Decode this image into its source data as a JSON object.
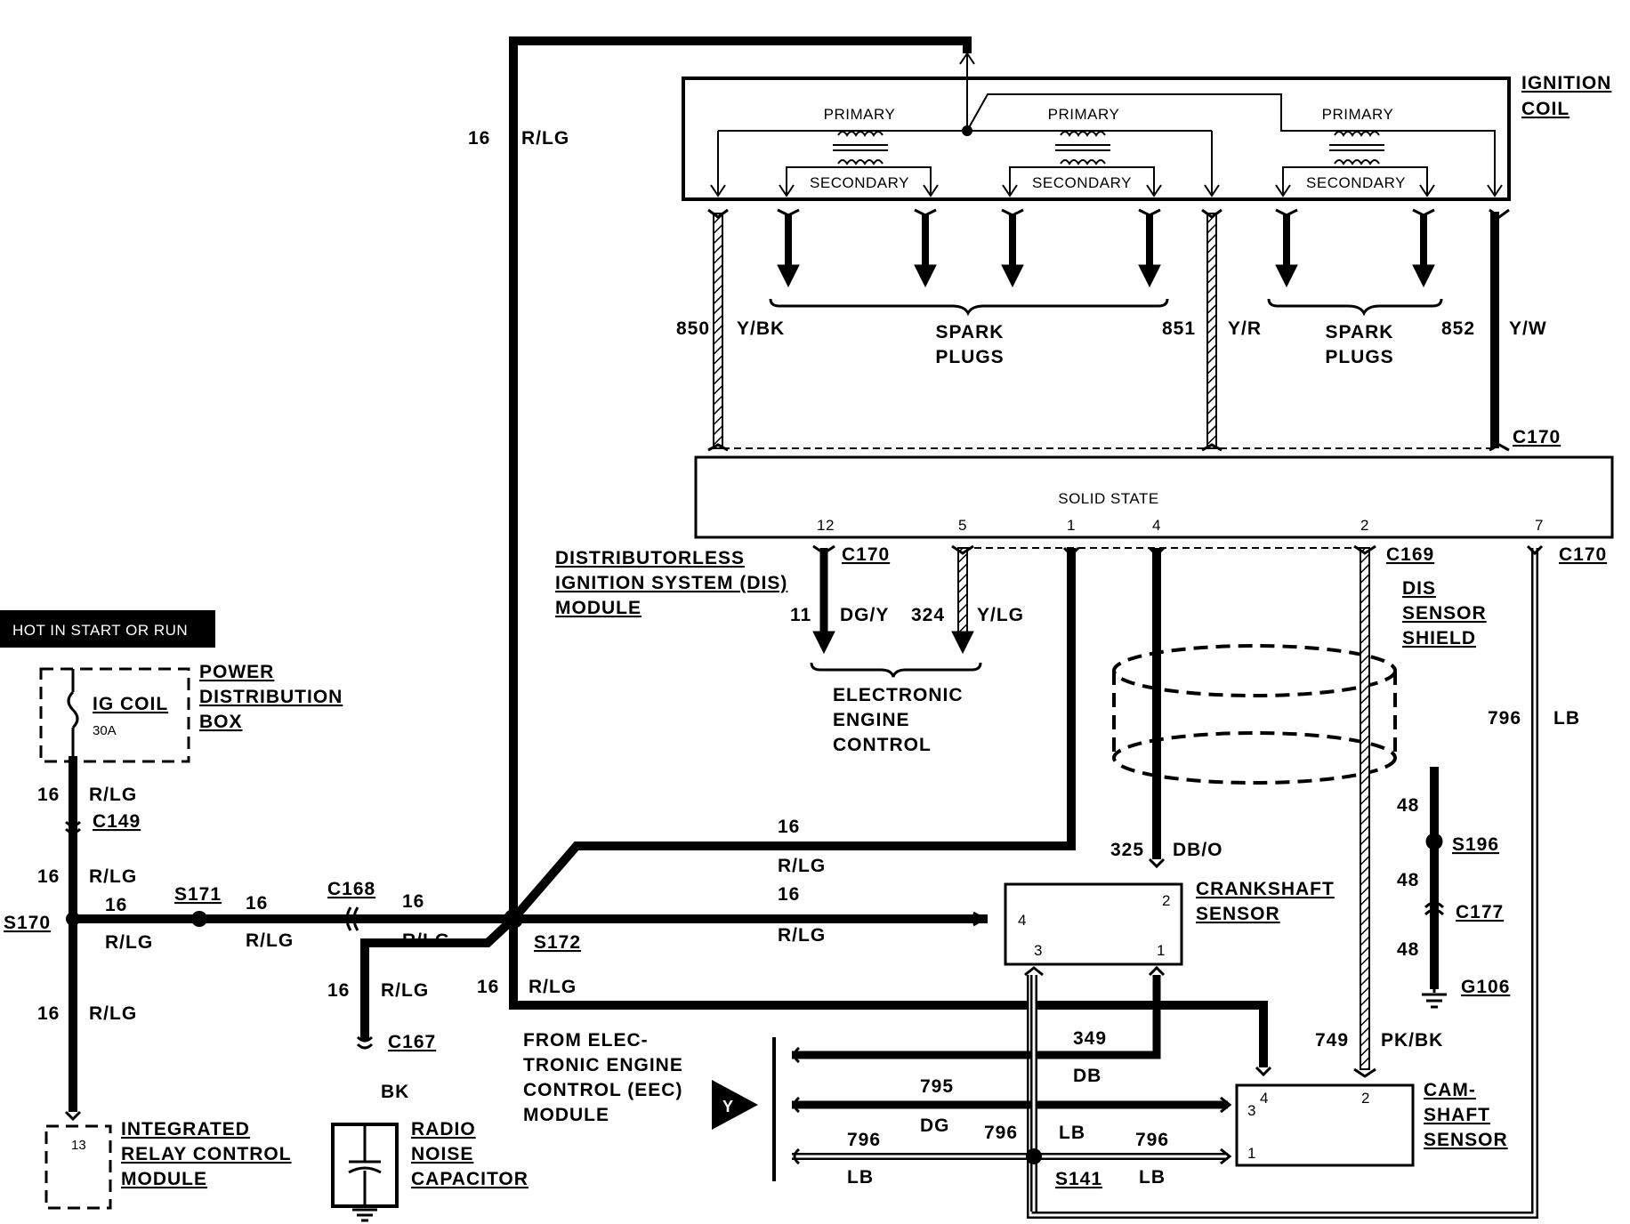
{
  "labels": {
    "hot_in_start": "HOT IN START OR RUN",
    "power_dist_box": [
      "POWER",
      "DISTRIBUTION",
      "BOX"
    ],
    "ig_coil_fuse": "IG COIL",
    "fuse_rating": "30A",
    "ignition_coil": [
      "IGNITION",
      "COIL"
    ],
    "primary": "PRIMARY",
    "secondary": "SECONDARY",
    "spark_plugs": [
      "SPARK",
      "PLUGS"
    ],
    "solid_state": "SOLID STATE",
    "dis_module": [
      "DISTRIBUTORLESS",
      "IGNITION SYSTEM (DIS)",
      "MODULE"
    ],
    "eec": [
      "ELECTRONIC",
      "ENGINE",
      "CONTROL"
    ],
    "dis_sensor_shield": [
      "DIS",
      "SENSOR",
      "SHIELD"
    ],
    "crankshaft_sensor": [
      "CRANKSHAFT",
      "SENSOR"
    ],
    "camshaft_sensor": [
      "CAM-",
      "SHAFT",
      "SENSOR"
    ],
    "from_eec": [
      "FROM ELEC-",
      "TRONIC ENGINE",
      "CONTROL (EEC)",
      "MODULE"
    ],
    "eec_badge": "Y",
    "irc_module": [
      "INTEGRATED",
      "RELAY CONTROL",
      "MODULE"
    ],
    "irc_pin": "13",
    "radio_cap": [
      "RADIO",
      "NOISE",
      "CAPACITOR"
    ]
  },
  "connectors": {
    "c149": "C149",
    "c168": "C168",
    "c167": "C167",
    "c170_top": "C170",
    "c170_a": "C170",
    "c170_b": "C170",
    "c169": "C169",
    "c177": "C177",
    "s170": "S170",
    "s171": "S171",
    "s172": "S172",
    "s196": "S196",
    "s141": "S141",
    "g106": "G106"
  },
  "module_pins": [
    "12",
    "5",
    "1",
    "4",
    "2",
    "7"
  ],
  "crank_pins": [
    "2",
    "4",
    "3",
    "1"
  ],
  "cam_pins": [
    "3",
    "4",
    "2",
    "1"
  ],
  "wires": {
    "ga16": "16",
    "r_lg": "R/LG",
    "w850": "850",
    "y_bk": "Y/BK",
    "w851": "851",
    "y_r": "Y/R",
    "w852": "852",
    "y_w": "Y/W",
    "w11": "11",
    "dg_y": "DG/Y",
    "w324": "324",
    "y_lg": "Y/LG",
    "w325": "325",
    "db_o": "DB/O",
    "w796": "796",
    "lb": "LB",
    "w48": "48",
    "w749": "749",
    "pk_bk": "PK/BK",
    "w349": "349",
    "db": "DB",
    "w795": "795",
    "dg": "DG",
    "bk": "BK"
  }
}
